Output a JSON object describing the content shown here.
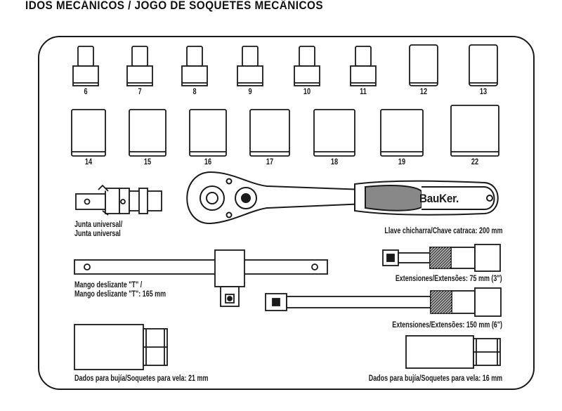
{
  "heading": "IDOS MECÁNICOS / JOGO DE SOQUETES MECÂNICOS",
  "brand": "BauKer.",
  "sockets_row1": [
    {
      "size": "6"
    },
    {
      "size": "7"
    },
    {
      "size": "8"
    },
    {
      "size": "9"
    },
    {
      "size": "10"
    },
    {
      "size": "11"
    },
    {
      "size": "12"
    },
    {
      "size": "13"
    }
  ],
  "sockets_row2": [
    {
      "size": "14"
    },
    {
      "size": "15"
    },
    {
      "size": "16"
    },
    {
      "size": "17"
    },
    {
      "size": "18"
    },
    {
      "size": "19"
    },
    {
      "size": "22"
    }
  ],
  "labels": {
    "universal_joint_1": "Junta universal/",
    "universal_joint_2": "Junta universal",
    "ratchet": "Llave chicharra/Chave catraca: 200 mm",
    "t_handle_1": "Mango deslizante \"T\" /",
    "t_handle_2": "Mango deslizante \"T\": 165 mm",
    "ext_75": "Extensiones/Extensões: 75 mm (3\")",
    "ext_150": "Extensiones/Extensões: 150 mm (6\")",
    "spark_21": "Dados para bujía/Soquetes para vela: 21 mm",
    "spark_16": "Dados para bujía/Soquetes para vela: 16 mm"
  }
}
